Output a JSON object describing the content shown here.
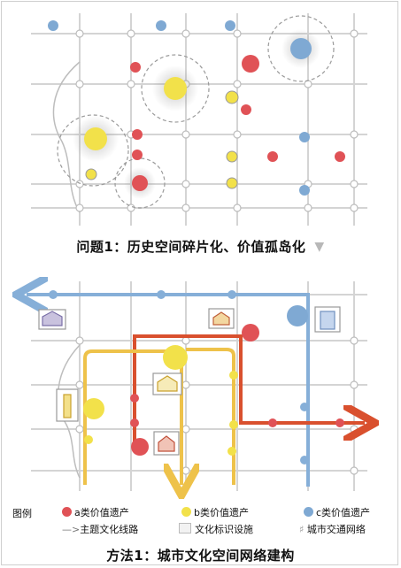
{
  "captions": {
    "problem": "问题1：历史空间碎片化、价值孤岛化",
    "method": "方法1：城市文化空间网络建构"
  },
  "legend": {
    "title": "图例",
    "a_heritage": "a类价值遗产",
    "b_heritage": "b类价值遗产",
    "c_heritage": "c类价值遗产",
    "theme_route": "主题文化线路",
    "culture_marker": "文化标识设施",
    "transport_network": "城市交通网络"
  },
  "colors": {
    "a_heritage": "#e05256",
    "b_heritage": "#f2e14a",
    "c_heritage": "#7fa9d3",
    "route_red": "#d9502e",
    "route_yellow": "#eec24a",
    "route_blue": "#86afd8",
    "grid": "#d4d4d4"
  },
  "icons": {
    "arrow_down": "down-arrow-icon",
    "theme_route": "route-arrow-icon",
    "culture_marker": "culture-marker-box-icon",
    "transport_network": "grid-network-icon"
  }
}
